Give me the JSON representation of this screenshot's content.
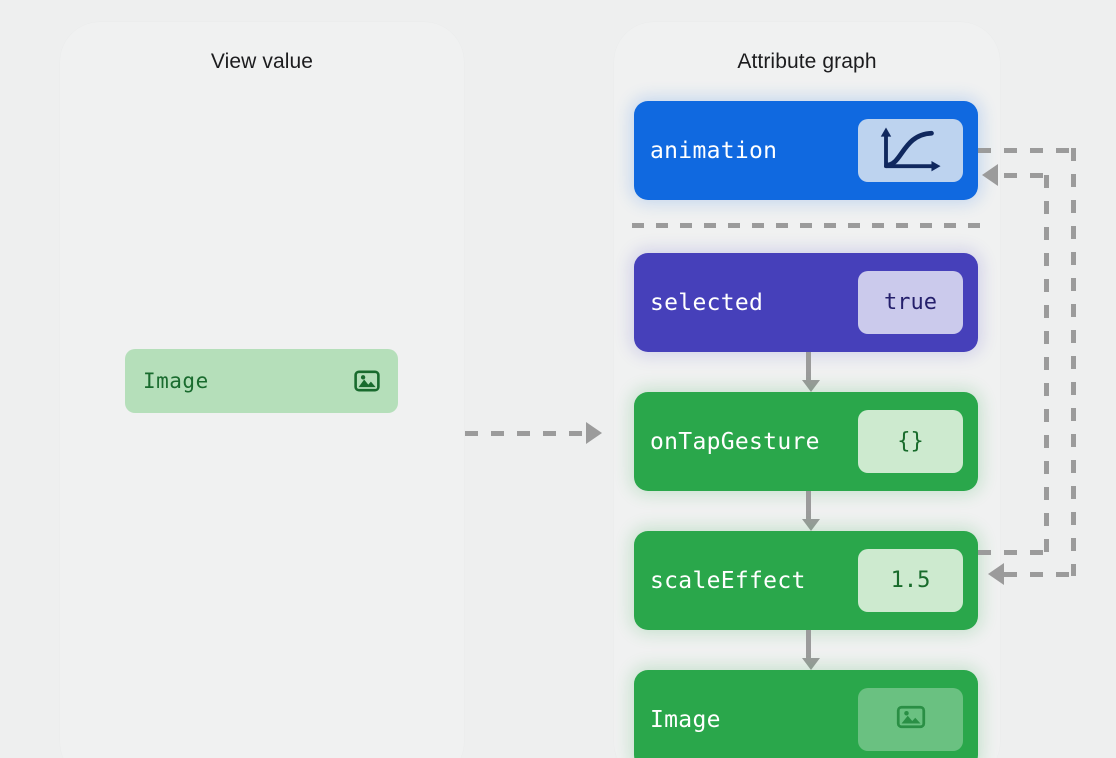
{
  "panels": {
    "view": {
      "title": "View value"
    },
    "graph": {
      "title": "Attribute graph"
    }
  },
  "view_value": {
    "chip": {
      "label": "Image",
      "icon": "photo-icon"
    }
  },
  "graph_nodes": [
    {
      "id": "animation",
      "label": "animation",
      "value": "",
      "icon": "easing-curve-icon",
      "color": "#1069e0",
      "value_bg": "#bdd3ef"
    },
    {
      "id": "selected",
      "label": "selected",
      "value": "true",
      "icon": "",
      "color": "#4640ba",
      "value_bg": "#cbcaec"
    },
    {
      "id": "onTapGesture",
      "label": "onTapGesture",
      "value": "{}",
      "icon": "",
      "color": "#2aa74b",
      "value_bg": "#cdeacf"
    },
    {
      "id": "scaleEffect",
      "label": "scaleEffect",
      "value": "1.5",
      "icon": "",
      "color": "#2aa74b",
      "value_bg": "#cdeacf"
    },
    {
      "id": "image",
      "label": "Image",
      "value": "",
      "icon": "photo-icon",
      "color": "#2aa74b",
      "value_bg": "rgba(255,255,255,0.30)"
    }
  ],
  "connectors": {
    "view_to_graph": {
      "style": "dashed",
      "direction": "right"
    },
    "separator": {
      "style": "dashed"
    },
    "animation_to_scale_effect": {
      "style": "dashed",
      "direction": "loop-down"
    },
    "scale_effect_to_animation": {
      "style": "dashed",
      "direction": "loop-up"
    },
    "selected_to_tap": {
      "style": "solid",
      "direction": "down"
    },
    "tap_to_scale": {
      "style": "solid",
      "direction": "down"
    },
    "scale_to_image": {
      "style": "solid",
      "direction": "down"
    }
  },
  "colors": {
    "background": "#eeefef",
    "panel": "#f0f1f1",
    "blue": "#1069e0",
    "purple": "#4640ba",
    "green": "#2aa74b",
    "chip_green": "#b5dfba",
    "connector_gray": "#9b9b9b"
  }
}
